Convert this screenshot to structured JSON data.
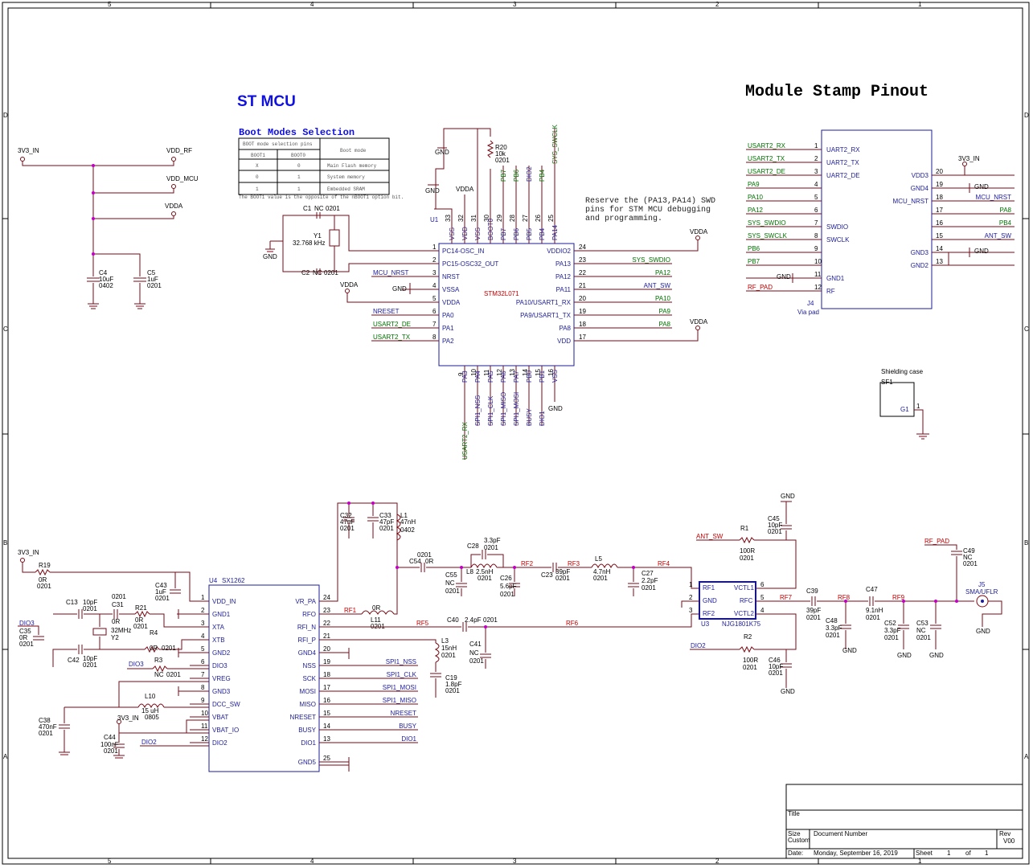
{
  "title": "Module Stamp Pinout",
  "section_title": "ST MCU",
  "boot": {
    "heading": "Boot Modes Selection",
    "table_header": "BOOT mode selection pins",
    "col1": "BOOT1",
    "col2": "BOOT0",
    "col3": "Boot mode",
    "rows": [
      {
        "b1": "X",
        "b0": "0",
        "mode": "Main Flash memory"
      },
      {
        "b1": "0",
        "b0": "1",
        "mode": "System memory"
      },
      {
        "b1": "1",
        "b0": "1",
        "mode": "Embedded SRAM"
      }
    ],
    "footnote": "The BOOT1 value is the opposite of the nBOOT1 option bit."
  },
  "swd_note": [
    "Reserve the (PA13,PA14) SWD",
    "pins for STM MCU debugging",
    "and programming."
  ],
  "power": {
    "in": "3V3_IN",
    "rf": "VDD_RF",
    "mcu": "VDD_MCU",
    "vdda": "VDDA"
  },
  "mcu": {
    "ref": "U1",
    "part": "STM32L071",
    "left_pins": [
      {
        "num": "1",
        "name": "PC14-OSC_IN"
      },
      {
        "num": "2",
        "name": "PC15-OSC32_OUT"
      },
      {
        "num": "3",
        "name": "NRST",
        "net": "MCU_NRST"
      },
      {
        "num": "4",
        "name": "VSSA",
        "net": "GND"
      },
      {
        "num": "5",
        "name": "VDDA",
        "net": "VDDA"
      },
      {
        "num": "6",
        "name": "PA0",
        "net": "NRESET"
      },
      {
        "num": "7",
        "name": "PA1",
        "net": "USART2_DE"
      },
      {
        "num": "8",
        "name": "PA2",
        "net": "USART2_TX"
      }
    ],
    "right_pins": [
      {
        "num": "24",
        "name": "VDDIO2",
        "net": "VDDA"
      },
      {
        "num": "23",
        "name": "PA13",
        "net": "SYS_SWDIO"
      },
      {
        "num": "22",
        "name": "PA12",
        "net": "PA12"
      },
      {
        "num": "21",
        "name": "PA11",
        "net": "ANT_SW"
      },
      {
        "num": "20",
        "name": "PA10/USART1_RX",
        "net": "PA10"
      },
      {
        "num": "19",
        "name": "PA9/USART1_TX",
        "net": "PA9"
      },
      {
        "num": "18",
        "name": "PA8",
        "net": "PA8"
      },
      {
        "num": "17",
        "name": "VDD",
        "net": "VDDA"
      }
    ],
    "top_pins": [
      {
        "num": "33",
        "name": "VSS"
      },
      {
        "num": "32",
        "name": "VDD"
      },
      {
        "num": "31",
        "name": "VSS"
      },
      {
        "num": "30",
        "name": "BOOT0"
      },
      {
        "num": "29",
        "name": "PB7",
        "net": "PB7"
      },
      {
        "num": "28",
        "name": "PB6",
        "net": "PB6"
      },
      {
        "num": "27",
        "name": "PB5",
        "net": "DIO2"
      },
      {
        "num": "26",
        "name": "PB4",
        "net": "PB4"
      },
      {
        "num": "25",
        "name": "PA14",
        "net": "SYS_SWCLK"
      }
    ],
    "bottom_pins": [
      {
        "num": "9",
        "name": "PA3",
        "net": "USART2_RX"
      },
      {
        "num": "10",
        "name": "PA4",
        "net": "SPI1_NSS"
      },
      {
        "num": "11",
        "name": "PA5",
        "net": "SPI1_CLK"
      },
      {
        "num": "12",
        "name": "PA6",
        "net": "SPI1_MISO"
      },
      {
        "num": "13",
        "name": "PA7",
        "net": "SPI1_MOSI"
      },
      {
        "num": "14",
        "name": "PB0",
        "net": "BUSY"
      },
      {
        "num": "15",
        "name": "PB1",
        "net": "DIO1"
      },
      {
        "num": "16",
        "name": "VSS",
        "net": "GND"
      }
    ]
  },
  "module": {
    "ref": "J4",
    "label": "Via pad",
    "left_pins": [
      {
        "num": "1",
        "name": "UART2_RX",
        "net": "USART2_RX"
      },
      {
        "num": "2",
        "name": "UART2_TX",
        "net": "USART2_TX"
      },
      {
        "num": "3",
        "name": "UART2_DE",
        "net": "USART2_DE"
      },
      {
        "num": "4",
        "name": "",
        "net": "PA9"
      },
      {
        "num": "5",
        "name": "",
        "net": "PA10"
      },
      {
        "num": "6",
        "name": "",
        "net": "PA12"
      },
      {
        "num": "7",
        "name": "SWDIO",
        "net": "SYS_SWDIO"
      },
      {
        "num": "8",
        "name": "SWCLK",
        "net": "SYS_SWCLK"
      },
      {
        "num": "9",
        "name": "",
        "net": "PB6"
      },
      {
        "num": "10",
        "name": "",
        "net": "PB7"
      },
      {
        "num": "11",
        "name": "GND1",
        "net": "GND"
      },
      {
        "num": "12",
        "name": "RF",
        "net": "RF_PAD"
      }
    ],
    "right_pins": [
      {
        "num": "20",
        "name": "VDD3",
        "net": "3V3_IN"
      },
      {
        "num": "19",
        "name": "GND4",
        "net": "GND"
      },
      {
        "num": "18",
        "name": "MCU_NRST",
        "net": "MCU_NRST"
      },
      {
        "num": "17",
        "name": "",
        "net": "PA8"
      },
      {
        "num": "16",
        "name": "",
        "net": "PB4"
      },
      {
        "num": "15",
        "name": "",
        "net": "ANT_SW"
      },
      {
        "num": "14",
        "name": "GND3",
        "net": "GND"
      },
      {
        "num": "13",
        "name": "GND2",
        "net": ""
      }
    ]
  },
  "radio": {
    "ref": "U4",
    "part": "SX1262",
    "left_pins": [
      {
        "num": "1",
        "name": "VDD_IN"
      },
      {
        "num": "2",
        "name": "GND1"
      },
      {
        "num": "3",
        "name": "XTA"
      },
      {
        "num": "4",
        "name": "XTB"
      },
      {
        "num": "5",
        "name": "GND2"
      },
      {
        "num": "6",
        "name": "DIO3"
      },
      {
        "num": "7",
        "name": "VREG"
      },
      {
        "num": "8",
        "name": "GND3"
      },
      {
        "num": "9",
        "name": "DCC_SW"
      },
      {
        "num": "10",
        "name": "VBAT"
      },
      {
        "num": "11",
        "name": "VBAT_IO"
      },
      {
        "num": "12",
        "name": "DIO2"
      }
    ],
    "right_pins": [
      {
        "num": "24",
        "name": "VR_PA"
      },
      {
        "num": "23",
        "name": "RFO"
      },
      {
        "num": "22",
        "name": "RFI_N"
      },
      {
        "num": "21",
        "name": "RFI_P"
      },
      {
        "num": "20",
        "name": "GND4"
      },
      {
        "num": "19",
        "name": "NSS",
        "net": "SPI1_NSS"
      },
      {
        "num": "18",
        "name": "SCK",
        "net": "SPI1_CLK"
      },
      {
        "num": "17",
        "name": "MOSI",
        "net": "SPI1_MOSI"
      },
      {
        "num": "16",
        "name": "MISO",
        "net": "SPI1_MISO"
      },
      {
        "num": "15",
        "name": "NRESET",
        "net": "NRESET"
      },
      {
        "num": "14",
        "name": "BUSY",
        "net": "BUSY"
      },
      {
        "num": "13",
        "name": "DIO1",
        "net": "DIO1"
      },
      {
        "num": "25",
        "name": "GND5"
      }
    ]
  },
  "switch": {
    "ref": "U3",
    "part": "NJG1801K75",
    "left_pins": [
      {
        "num": "1",
        "name": "RF1"
      },
      {
        "num": "2",
        "name": "GND"
      },
      {
        "num": "3",
        "name": "RF2"
      }
    ],
    "right_pins": [
      {
        "num": "6",
        "name": "VCTL1"
      },
      {
        "num": "5",
        "name": "RFC"
      },
      {
        "num": "4",
        "name": "VCTL2"
      }
    ]
  },
  "shield": {
    "ref": "SF1",
    "label": "Shielding case",
    "pin": "G1",
    "num": "1"
  },
  "connector": {
    "ref": "J5",
    "part": "SMA/UFLR"
  },
  "nets": {
    "rf1": "RF1",
    "rf2": "RF2",
    "rf3": "RF3",
    "rf4": "RF4",
    "rf5": "RF5",
    "rf6": "RF6",
    "rf7": "RF7",
    "rf8": "RF8",
    "rf9": "RF9",
    "rf_pad": "RF_PAD",
    "ant_sw": "ANT_SW",
    "dio2": "DIO2",
    "dio3": "DIO3",
    "gnd": "GND"
  },
  "parts": {
    "C1": [
      "C1",
      "NC",
      "0201"
    ],
    "C2": [
      "C2",
      "NC",
      "0201"
    ],
    "Y1": [
      "Y1",
      "32.768 kHz"
    ],
    "C4": [
      "C4",
      "10uF",
      "0402"
    ],
    "C5": [
      "C5",
      "1uF",
      "0201"
    ],
    "R20": [
      "R20",
      "10k",
      "0201"
    ],
    "C32": [
      "C32",
      "47nF",
      "0201"
    ],
    "C33": [
      "C33",
      "47pF",
      "0201"
    ],
    "L1": [
      "L1",
      "47nH",
      "0402"
    ],
    "C54": [
      "0201",
      "C54",
      "0R"
    ],
    "C28": [
      "C28",
      "3.3pF",
      "0201"
    ],
    "L8": [
      "L8",
      "2.5nH",
      "0201"
    ],
    "C55": [
      "C55",
      "NC",
      "0201"
    ],
    "C26": [
      "C26",
      "5.6pF",
      "0201"
    ],
    "C23": [
      "C23",
      "39pF",
      "0201"
    ],
    "L5": [
      "L5",
      "4.7nH",
      "0201"
    ],
    "C27": [
      "C27",
      "2.2pF",
      "0201"
    ],
    "R1": [
      "R1",
      "100R",
      "0201"
    ],
    "C45": [
      "C45",
      "10pF",
      "0201"
    ],
    "R2": [
      "R2",
      "100R",
      "0201"
    ],
    "C46": [
      "C46",
      "10pF",
      "0201"
    ],
    "C39": [
      "C39",
      "39pF",
      "0201"
    ],
    "C48": [
      "C48",
      "3.3pF",
      "0201"
    ],
    "C47": [
      "C47",
      "9.1nH",
      "0201"
    ],
    "C52": [
      "C52",
      "3.3pF",
      "0201"
    ],
    "C53": [
      "C53",
      "NC",
      "0201"
    ],
    "C49": [
      "C49",
      "NC",
      "0201"
    ],
    "R19": [
      "R19",
      "0R",
      "0201"
    ],
    "C43": [
      "C43",
      "1uF",
      "0201"
    ],
    "C13": [
      "C13",
      "10pF",
      "0201"
    ],
    "C31": [
      "0201",
      "C31",
      "0R"
    ],
    "R21": [
      "R21",
      "0R",
      "0201"
    ],
    "Y2": [
      "32MHz",
      "Y2"
    ],
    "R4": [
      "R4",
      "0R",
      "0201"
    ],
    "C35": [
      "C35",
      "0R",
      "0201"
    ],
    "C42": [
      "C42",
      "10pF",
      "0201"
    ],
    "R3": [
      "R3",
      "NC",
      "0201"
    ],
    "L10": [
      "L10",
      "15 uH",
      "0805"
    ],
    "C38": [
      "C38",
      "470nF",
      "0201"
    ],
    "C44": [
      "C44",
      "100nF",
      "0201"
    ],
    "L11": [
      "0R",
      "L11",
      "0201"
    ],
    "C40": [
      "C40",
      "2.4pF",
      "0201"
    ],
    "L3": [
      "L3",
      "15nH",
      "0201"
    ],
    "C41": [
      "C41",
      "NC",
      "0201"
    ],
    "C19": [
      "C19",
      "1.8pF",
      "0201"
    ]
  },
  "titleblock": {
    "title_label": "Title",
    "size_label": "Size",
    "size_value": "Custom",
    "docnum_label": "Document Number",
    "rev_label": "Rev",
    "rev_value": "V00",
    "date_label": "Date:",
    "date_value": "Monday, September 16, 2019",
    "sheet_label": "Sheet",
    "sheet_num": "1",
    "of_label": "of",
    "sheet_total": "1"
  },
  "border": {
    "cols": [
      "5",
      "4",
      "3",
      "2",
      "1"
    ],
    "rows": [
      "D",
      "C",
      "B",
      "A"
    ]
  }
}
